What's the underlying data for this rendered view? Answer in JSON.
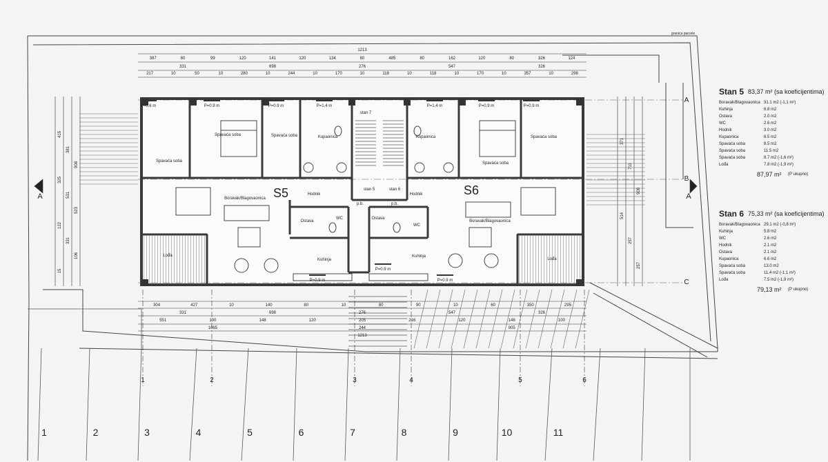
{
  "top_note": "granica parcele",
  "top_dims": {
    "row1": [
      "1213"
    ],
    "row2": [
      "387",
      "80",
      "99",
      "120",
      "141",
      "120",
      "134",
      "80",
      "485",
      "80",
      "162",
      "120",
      "80",
      "326",
      "124"
    ],
    "row3": [
      "331",
      "698",
      "276",
      "547",
      "326"
    ],
    "row4": [
      "217",
      "10",
      "50",
      "10",
      "280",
      "10",
      "244",
      "10",
      "170",
      "10",
      "118",
      "10",
      "118",
      "10",
      "170",
      "10",
      "357",
      "10",
      "298"
    ]
  },
  "bottom_dims": {
    "row1": [
      "304",
      "427",
      "10",
      "140",
      "80",
      "10",
      "80",
      "90",
      "10",
      "60",
      "350",
      "295"
    ],
    "row2": [
      "331",
      "698",
      "276",
      "547",
      "326"
    ],
    "row3": [
      "551",
      "100",
      "148",
      "120",
      "205",
      "216",
      "120",
      "148",
      "100"
    ],
    "row4": [
      "1065",
      "244",
      "905"
    ],
    "row5": [
      "1213"
    ]
  },
  "left_dims": [
    "415",
    "381",
    "908",
    "325",
    "531",
    "523",
    "122",
    "331",
    "106",
    "15"
  ],
  "right_dims": [
    "371",
    "711",
    "908",
    "514",
    "257",
    "257"
  ],
  "window_tags": [
    "P=0.6 m",
    "P=0.9 m",
    "P=0.9 m",
    "P=1.4 m",
    "P=1.4 m",
    "P=0.9 m",
    "P=0.9 m",
    "P=0.9 m",
    "P=0.9 m",
    "P=0.9 m"
  ],
  "room_labels": {
    "spavaca_soba": "Spavaća soba",
    "kupaonica": "Kupaonica",
    "stan7": "stan 7",
    "boravak": "Boravak/Blagovaonica",
    "hodnik": "Hodnik",
    "ostava": "Ostava",
    "wc": "WC",
    "kuhinja": "Kuhinja",
    "loda": "Lođa",
    "stan5_6": "stan 5",
    "stan6_6": "stan 6",
    "pb": "p.b."
  },
  "unit_marks": [
    "S5",
    "S6"
  ],
  "axis_letters": [
    "A",
    "B",
    "C"
  ],
  "section_mark": "A",
  "col_axes": [
    "1",
    "2",
    "3",
    "4",
    "5",
    "6"
  ],
  "parcel_numbers": [
    "1",
    "2",
    "3",
    "4",
    "5",
    "6",
    "7",
    "8",
    "9",
    "10",
    "11"
  ],
  "stan5": {
    "title": "Stan 5",
    "area": "83,37 m² (sa koeficijentima)",
    "rows": [
      {
        "name": "Boravak/Blagovaonica",
        "value": "31.1 m2 (-1,1 m²)"
      },
      {
        "name": "Kuhinja",
        "value": "6.8 m2"
      },
      {
        "name": "Ostava",
        "value": "2.0 m2"
      },
      {
        "name": "WC",
        "value": "2.6 m2"
      },
      {
        "name": "Hodnik",
        "value": "3.0 m2"
      },
      {
        "name": "Kupaonica",
        "value": "6.5 m2"
      },
      {
        "name": "Spavaća soba",
        "value": "8.5 m2"
      },
      {
        "name": "Spavaća soba",
        "value": "11.5 m2"
      },
      {
        "name": "Spavaća soba",
        "value": "8.7 m2 (-1,6 m²)"
      },
      {
        "name": "Lođa",
        "value": "7.8 m2 (-1,9 m²)"
      }
    ],
    "total": "87,97 m²",
    "total_note": "(P ukupno)"
  },
  "stan6": {
    "title": "Stan 6",
    "area": "75,33 m² (sa koeficijentima)",
    "rows": [
      {
        "name": "Boravak/Blagovaonica",
        "value": "29.1 m2 (-0,8 m²)"
      },
      {
        "name": "Kuhinja",
        "value": "5.8 m2"
      },
      {
        "name": "WC",
        "value": "2.6 m2"
      },
      {
        "name": "Hodnik",
        "value": "2.1 m2"
      },
      {
        "name": "Ostava",
        "value": "2.1 m2"
      },
      {
        "name": "Kupaonica",
        "value": "6.6 m2"
      },
      {
        "name": "Spavaća soba",
        "value": "13.0 m2"
      },
      {
        "name": "Spavaća soba",
        "value": "11.4 m2 (-1,1 m²)"
      },
      {
        "name": "Lođa",
        "value": "7.5 m2 (-1,9 m²)"
      }
    ],
    "total": "79,13 m²",
    "total_note": "(P ukupno)"
  },
  "colors": {
    "line": "#3a3a3a",
    "wall": "#5a5a5a",
    "paper": "#f4f4f2"
  }
}
